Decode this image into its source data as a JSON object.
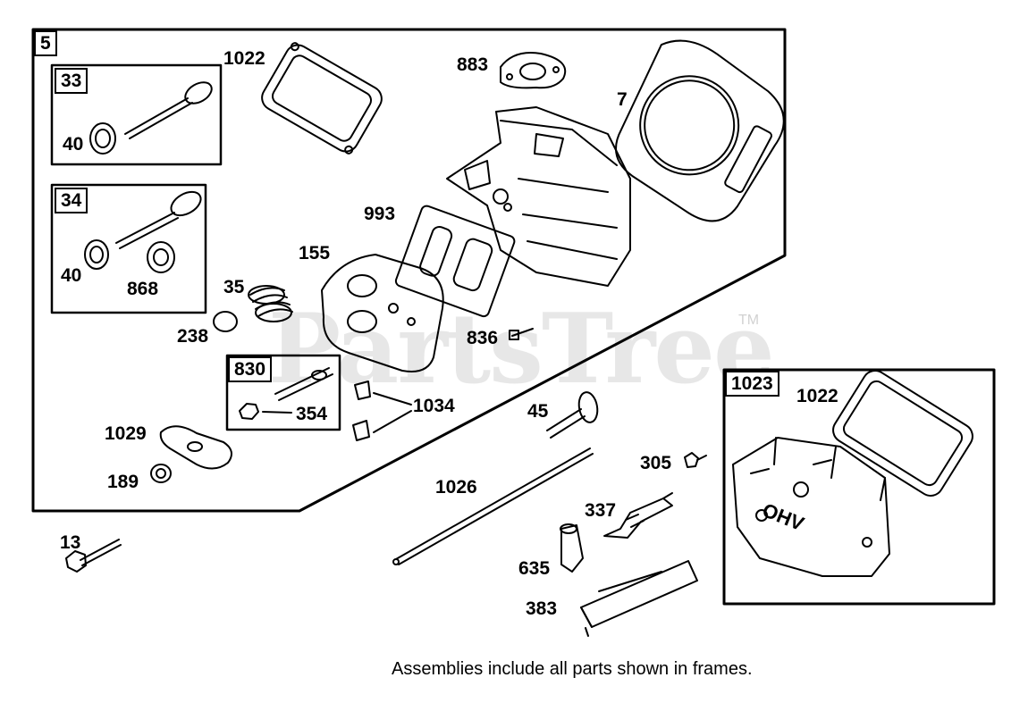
{
  "watermark": {
    "text": "PartsTree",
    "tm": "TM"
  },
  "frames": {
    "main": "5",
    "exhaust_valve": "33",
    "intake_valve": "34",
    "rocker_stud": "830",
    "valve_cover": "1023"
  },
  "labels": {
    "p1022a": "1022",
    "p883": "883",
    "p7": "7",
    "p40a": "40",
    "p40b": "40",
    "p868": "868",
    "p993": "993",
    "p155": "155",
    "p35": "35",
    "p238": "238",
    "p836": "836",
    "p354": "354",
    "p1034": "1034",
    "p1029": "1029",
    "p189": "189",
    "p45": "45",
    "p305": "305",
    "p1026": "1026",
    "p337": "337",
    "p635": "635",
    "p383": "383",
    "p13": "13",
    "p1022b": "1022",
    "ohv": "OHV"
  },
  "footnote": "Assemblies include all parts shown in frames."
}
